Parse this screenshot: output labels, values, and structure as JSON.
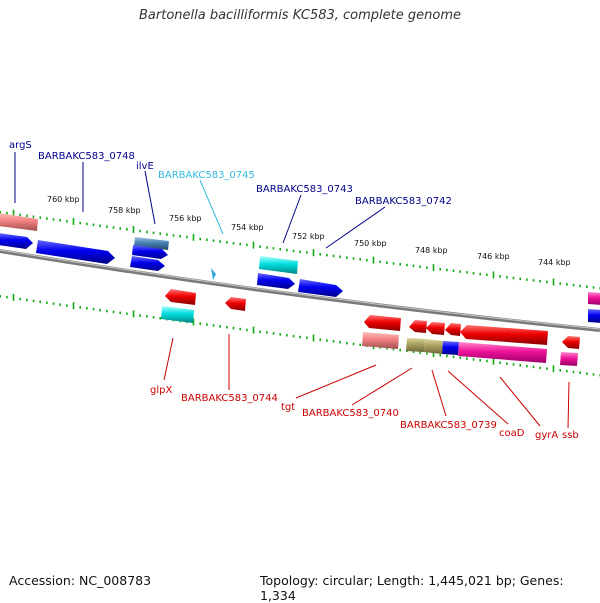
{
  "title": "Bartonella bacilliformis KC583, complete genome",
  "footer": {
    "accession": "Accession: NC_008783",
    "info": "Topology: circular; Length: 1,445,021 bp; Genes: 1,334"
  },
  "scale_labels": [
    "760 kbp",
    "758 kbp",
    "756 kbp",
    "754 kbp",
    "752 kbp",
    "750 kbp",
    "748 kbp",
    "746 kbp",
    "744 kbp"
  ],
  "top_labels": [
    "argS",
    "BARBAKC583_0748",
    "ilvE",
    "BARBAKC583_0745",
    "BARBAKC583_0743",
    "BARBAKC583_0742"
  ],
  "bottom_labels": [
    "glpX",
    "BARBAKC583_0744",
    "tgt",
    "BARBAKC583_0740",
    "BARBAKC583_0739",
    "coaD",
    "gyrA",
    "ssb"
  ],
  "colors": {
    "forward_gene": "#0000ee",
    "forward_label": "#00008b",
    "cyan_gene": "#00dddd",
    "cyan_label": "#33bbdd",
    "reverse_gene": "#ee0000",
    "reverse_label": "#cc0000",
    "magenta_gene": "#ee1199",
    "olive_gene": "#a8a060",
    "pink_gene": "#f08080",
    "steel_gene": "#4682b4",
    "backbone": "#888888",
    "tick": "#11aa11"
  }
}
